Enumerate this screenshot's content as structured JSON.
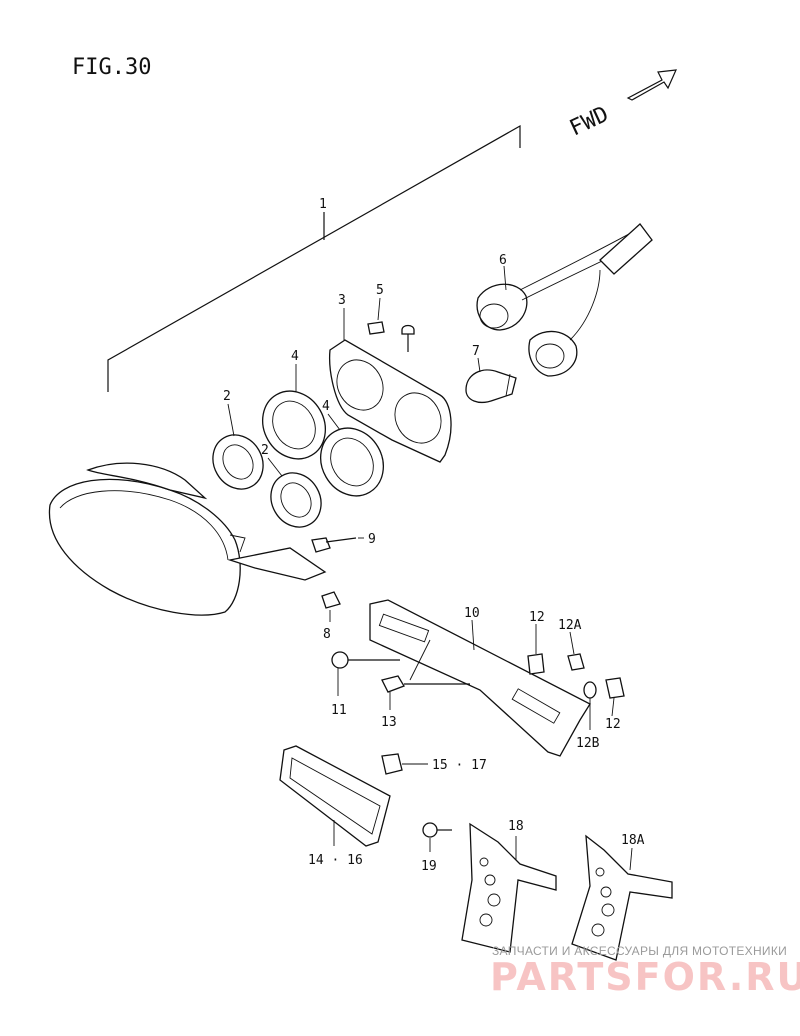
{
  "figure": {
    "title": "FIG.30",
    "direction_label": "FWD"
  },
  "callouts": [
    {
      "id": "c1",
      "label": "1"
    },
    {
      "id": "c2a",
      "label": "2"
    },
    {
      "id": "c2b",
      "label": "2"
    },
    {
      "id": "c3",
      "label": "3"
    },
    {
      "id": "c4a",
      "label": "4"
    },
    {
      "id": "c4b",
      "label": "4"
    },
    {
      "id": "c5",
      "label": "5"
    },
    {
      "id": "c6",
      "label": "6"
    },
    {
      "id": "c7",
      "label": "7"
    },
    {
      "id": "c8",
      "label": "8"
    },
    {
      "id": "c9",
      "label": "9"
    },
    {
      "id": "c10",
      "label": "10"
    },
    {
      "id": "c11",
      "label": "11"
    },
    {
      "id": "c12a",
      "label": "12"
    },
    {
      "id": "c12b",
      "label": "12"
    },
    {
      "id": "c12A",
      "label": "12A"
    },
    {
      "id": "c12B",
      "label": "12B"
    },
    {
      "id": "c13",
      "label": "13"
    },
    {
      "id": "c14",
      "label": "14 · 16"
    },
    {
      "id": "c15",
      "label": "15 · 17"
    },
    {
      "id": "c18",
      "label": "18"
    },
    {
      "id": "c18A",
      "label": "18A"
    },
    {
      "id": "c19",
      "label": "19"
    }
  ],
  "watermark": {
    "caption": "ЗАПЧАСТИ И АКСЕССУАРЫ ДЛЯ МОТОТЕХНИКИ",
    "brand": "PARTSFOR.RU"
  }
}
